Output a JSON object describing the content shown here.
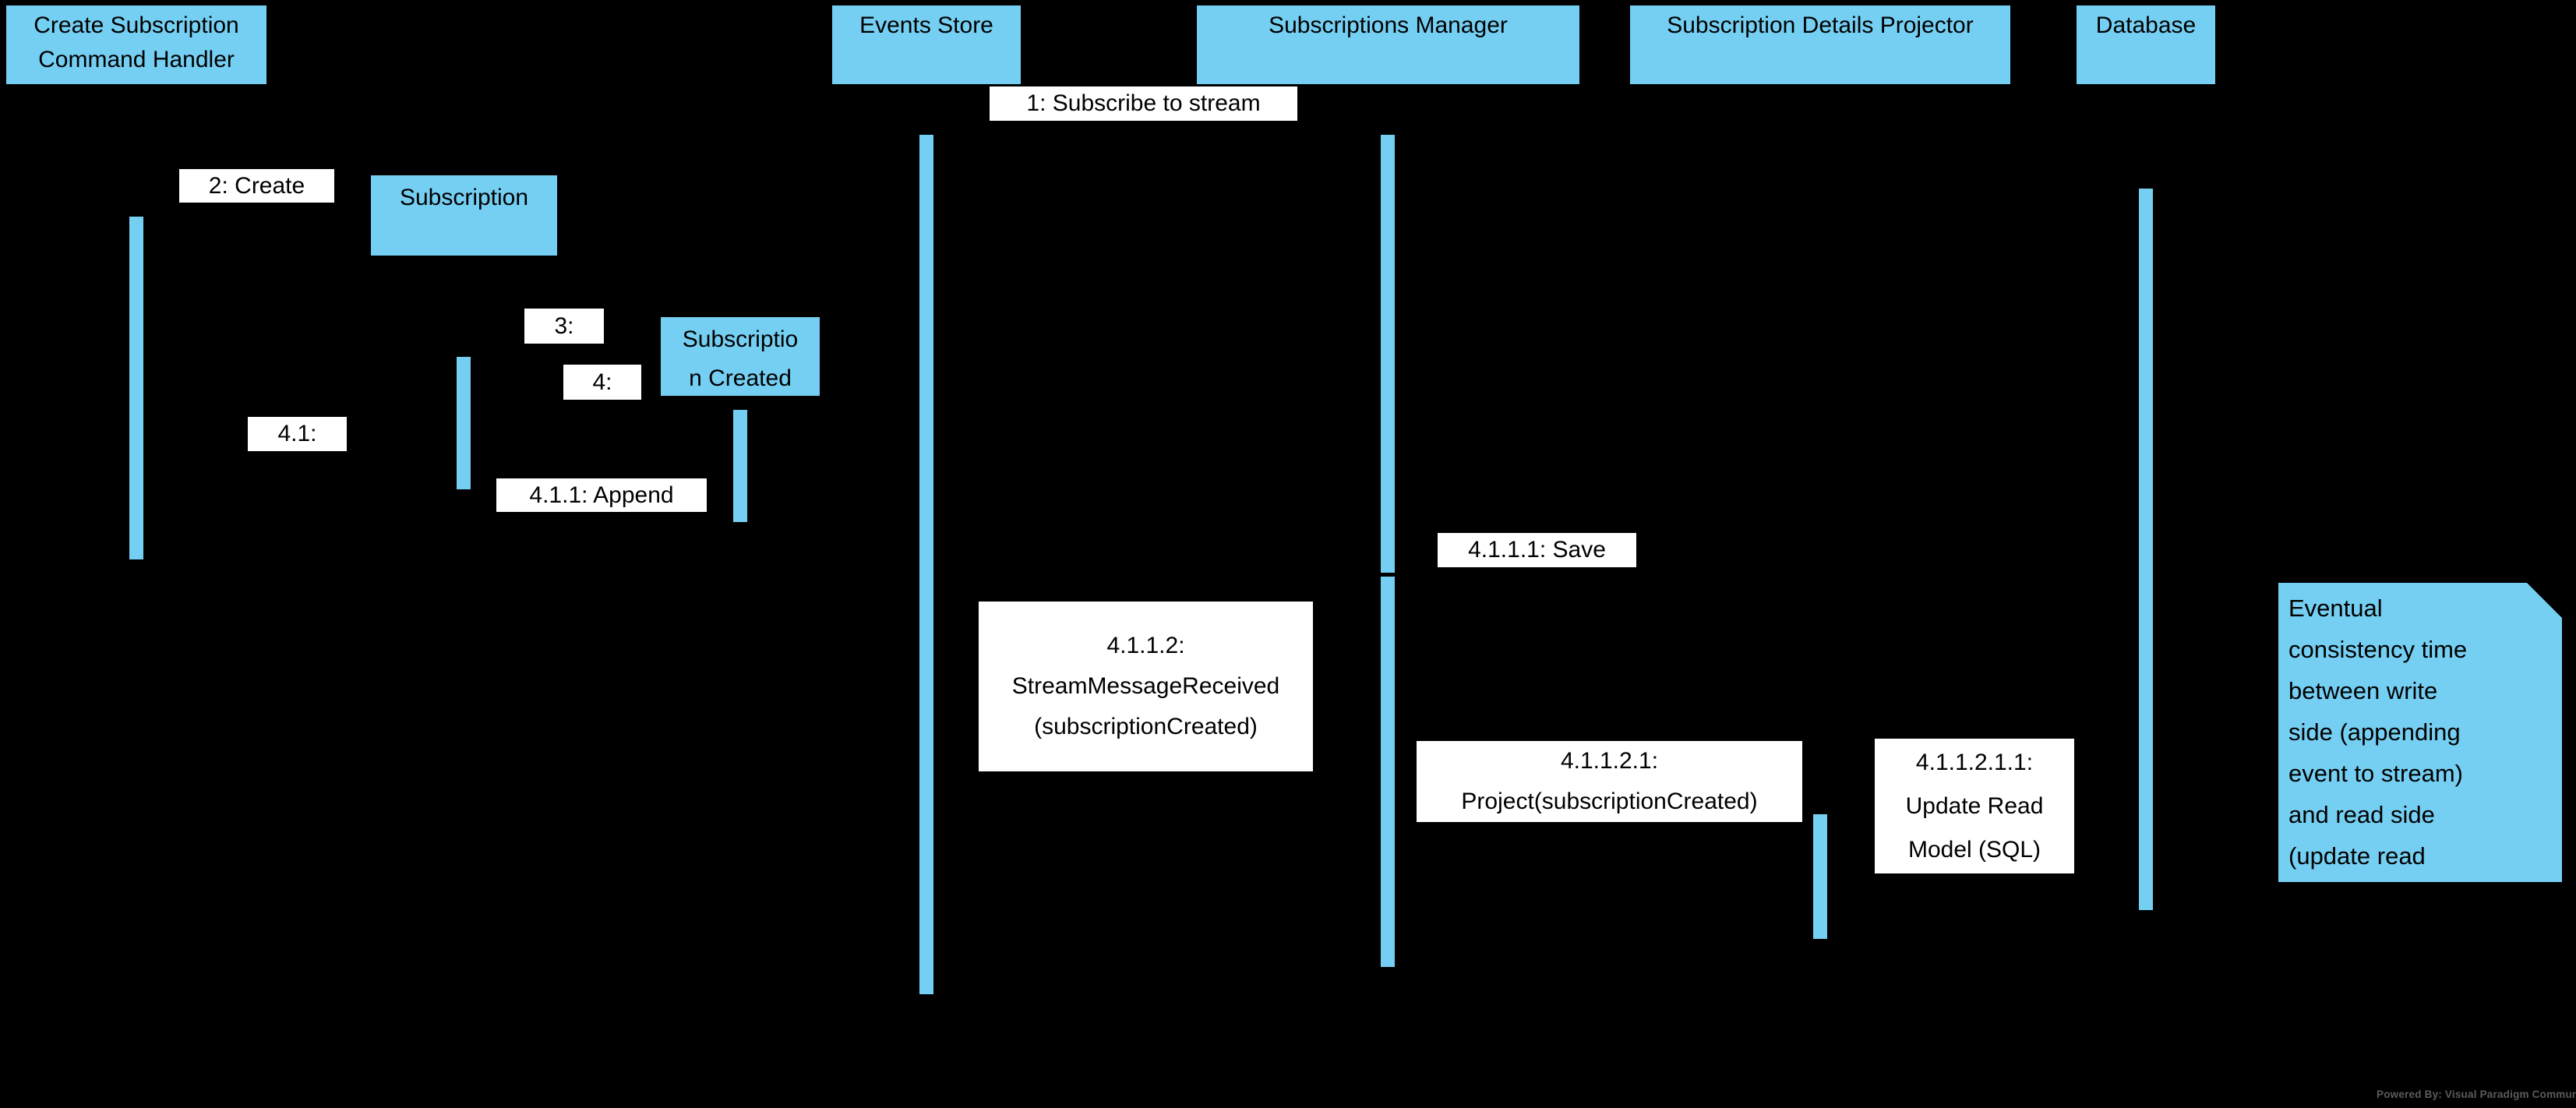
{
  "diagram_type": "uml-sequence-diagram",
  "colors": {
    "background": "#000000",
    "shape_blue": "#75CFF2",
    "message_label_bg": "#FFFFFF",
    "text": "#000000",
    "footer_text": "#5A5B5E",
    "logo_red": "#D0232E"
  },
  "lifelines": [
    {
      "label": "Create Subscription\nCommand Handler"
    },
    {
      "label": "Events Store"
    },
    {
      "label": "Subscriptions Manager"
    },
    {
      "label": "Subscription Details Projector"
    },
    {
      "label": "Database"
    }
  ],
  "created_objects": [
    {
      "label": "Subscription"
    },
    {
      "label": "Subscriptio\nn Created"
    }
  ],
  "messages": [
    {
      "label": "1: Subscribe to stream"
    },
    {
      "label": "2: Create"
    },
    {
      "label": "3:"
    },
    {
      "label": "4:"
    },
    {
      "label": "4.1:"
    },
    {
      "label": "4.1.1: Append"
    },
    {
      "label": "4.1.1.1: Save"
    },
    {
      "label": "4.1.1.2:\nStreamMessageReceived\n(subscriptionCreated)"
    },
    {
      "label": "4.1.1.2.1:\nProject(subscriptionCreated)"
    },
    {
      "label": "4.1.1.2.1.1:\nUpdate Read\nModel (SQL)"
    }
  ],
  "note": {
    "text": "Eventual\nconsistency time\nbetween write\nside (appending\nevent to stream)\nand read side\n(update read\nmodel)"
  },
  "footer": {
    "text": "Powered By: Visual Paradigm Community Edition"
  }
}
